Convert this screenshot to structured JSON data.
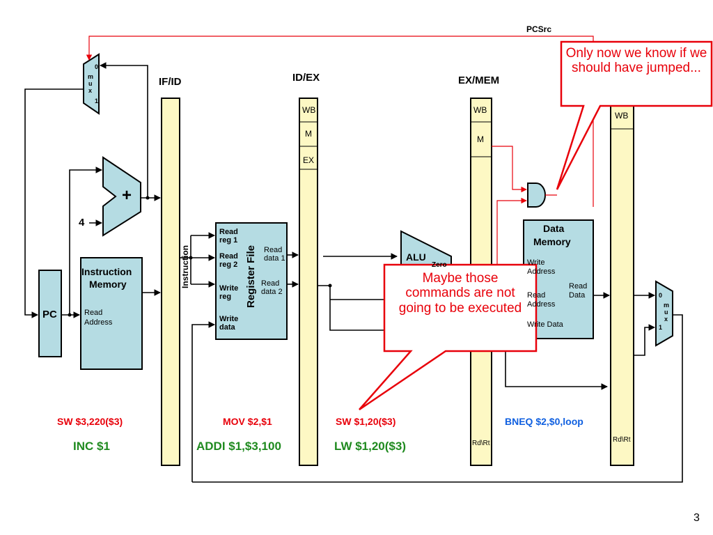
{
  "stages": {
    "if_id": "IF/ID",
    "id_ex": "ID/EX",
    "ex_mem": "EX/MEM"
  },
  "control_fields": {
    "wb": "WB",
    "m": "M",
    "ex": "EX"
  },
  "signals": {
    "pcsrc": "PCSrc",
    "four": "4",
    "plus": "+"
  },
  "mux": {
    "in0": "0",
    "in1": "1",
    "letters": [
      "m",
      "u",
      "x"
    ]
  },
  "blocks": {
    "pc": "PC",
    "instruction_memory": {
      "title_1": "Instruction",
      "title_2": "Memory",
      "port_1": "Read",
      "port_2": "Address"
    },
    "instruction_bus": "Instruction",
    "register_file": {
      "title": "Register File",
      "read_reg_1": [
        "Read",
        "reg 1"
      ],
      "read_reg_2": [
        "Read",
        "reg 2"
      ],
      "write_reg": [
        "Write",
        "reg"
      ],
      "write_data": [
        "Write",
        "data"
      ],
      "read_data_1": [
        "Read",
        "data 1"
      ],
      "read_data_2": [
        "Read",
        "data 2"
      ]
    },
    "alu": {
      "title": "ALU",
      "zero": "Zero"
    },
    "data_memory": {
      "title_1": "Data",
      "title_2": "Memory",
      "write_address": [
        "Write",
        "Address"
      ],
      "read_address": [
        "Read",
        "Address"
      ],
      "write_data": "Write Data",
      "read_data": [
        "Read",
        "Data"
      ]
    },
    "rd_rt": "Rd\\Rt"
  },
  "instructions": {
    "if_id_top": "SW $3,220($3)",
    "if_id_bottom": "INC $1",
    "id_ex_top": "MOV $2,$1",
    "id_ex_bottom": "ADDI $1,$3,100",
    "ex_mem_top": "SW $1,20($3)",
    "ex_mem_bottom": "LW $1,20($3)",
    "mem_wb_top": "BNEQ $2,$0,loop"
  },
  "callouts": {
    "top": "Only now we know if we should have jumped...",
    "middle": "Maybe those commands are not going to be executed"
  },
  "page_number": "3",
  "colors": {
    "register_fill": "#fdf8c4",
    "block_fill": "#b5dce3",
    "red": "#e8000a",
    "green": "#1f8a1f",
    "blue": "#1060e0"
  }
}
